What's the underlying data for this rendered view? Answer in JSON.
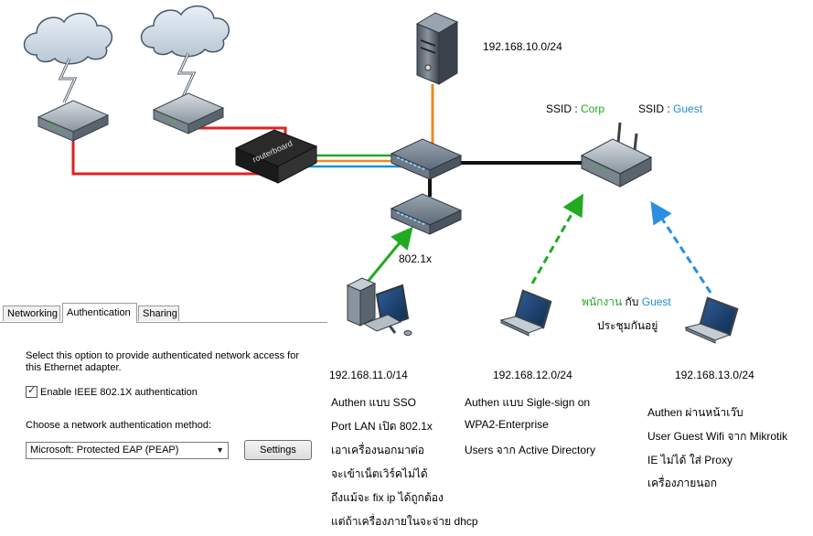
{
  "labels": {
    "server_subnet": "192.168.10.0/24",
    "ssid_corp_prefix": "SSID : ",
    "ssid_corp_value": "Corp",
    "ssid_guest_prefix": "SSID : ",
    "ssid_guest_value": "Guest",
    "dot1x": "802.1x",
    "staff_part1": "พนักงาน",
    "staff_part2": " กับ ",
    "staff_part3": "Guest",
    "meeting": "ประชุมกันอยู่",
    "colors": {
      "corp": "#22aa22",
      "guest": "#1a8fd8",
      "wan_link": "#dd2222",
      "server_link": "#ee8822"
    }
  },
  "columns": [
    {
      "subnet": "192.168.11.0/14",
      "lines": [
        "Authen แบบ SSO",
        "Port LAN เปิด 802.1x",
        "เอาเครื่องนอกมาต่อ",
        "จะเข้าเน็ตเวิร์คไม่ได้",
        "ถึงแม้จะ fix ip ได้ถูกต้อง",
        "แต่ถ้าเครื่องภายในจะจ่าย dhcp"
      ]
    },
    {
      "subnet": "192.168.12.0/24",
      "lines": [
        "Authen แบบ Sigle-sign on",
        "WPA2-Enterprise",
        "Users จาก Active Directory"
      ]
    },
    {
      "subnet": "192.168.13.0/24",
      "lines": [
        "Authen ผ่านหน้าเว๊บ",
        "User Guest Wifi จาก Mikrotik",
        "IE ไม่ได้ ใส่ Proxy",
        "เครื่องภายนอก"
      ]
    }
  ],
  "dialog": {
    "tabs": [
      "Networking",
      "Authentication",
      "Sharing"
    ],
    "description": "Select this option to provide authenticated network access for this Ethernet adapter.",
    "checkbox_label": "Enable IEEE 802.1X authentication",
    "checkbox_checked": true,
    "method_label": "Choose a network authentication method:",
    "method_value": "Microsoft: Protected EAP (PEAP)",
    "settings_button": "Settings"
  },
  "icons": [
    "cloud-icon",
    "lightning-icon",
    "modem-icon",
    "mikrotik-router-icon",
    "switch-icon",
    "server-icon",
    "access-point-icon",
    "desktop-pc-icon",
    "laptop-icon"
  ]
}
